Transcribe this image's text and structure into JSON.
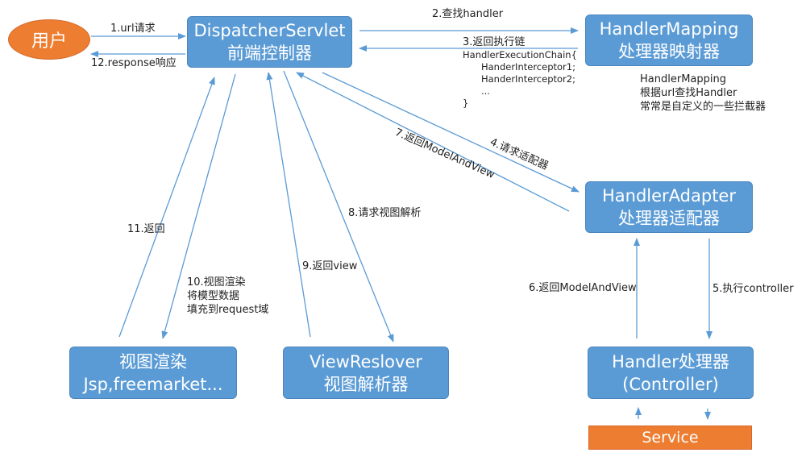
{
  "nodes": {
    "user": "用户",
    "dispatcher": [
      "DispatcherServlet",
      "前端控制器"
    ],
    "handler_mapping": [
      "HandlerMapping",
      "处理器映射器"
    ],
    "handler_adapter": [
      "HandlerAdapter",
      "处理器适配器"
    ],
    "view_render": [
      "视图渲染",
      "Jsp,freemarket..."
    ],
    "view_resolver": [
      "ViewReslover",
      "视图解析器"
    ],
    "handler": [
      "Handler处理器",
      "(Controller)"
    ],
    "service": "Service"
  },
  "edges": {
    "e1": "1.url请求",
    "e12": "12.response响应",
    "e2": "2.查找handler",
    "e3": [
      "3.返回执行链",
      "HandlerExecutionChain{",
      "   HanderInterceptor1;",
      "   HanderInterceptor2;",
      "   ...",
      "}"
    ],
    "e4": "4.请求适配器",
    "e5": "5.执行controller",
    "e6": "6.返回ModelAndView",
    "e7": "7.返回ModelAndView",
    "e8": "8.请求视图解析",
    "e9": "9.返回view",
    "e10": [
      "10.视图渲染",
      "将模型数据",
      "填充到request域"
    ],
    "e11": "11.返回"
  },
  "notes": {
    "handler_mapping_note": [
      "HandlerMapping",
      "根据url查找Handler",
      "常常是自定义的一些拦截器"
    ]
  },
  "colors": {
    "box_blue": "#5b9bd5",
    "box_orange": "#ed7d31",
    "arrow": "#5b9bd5"
  }
}
